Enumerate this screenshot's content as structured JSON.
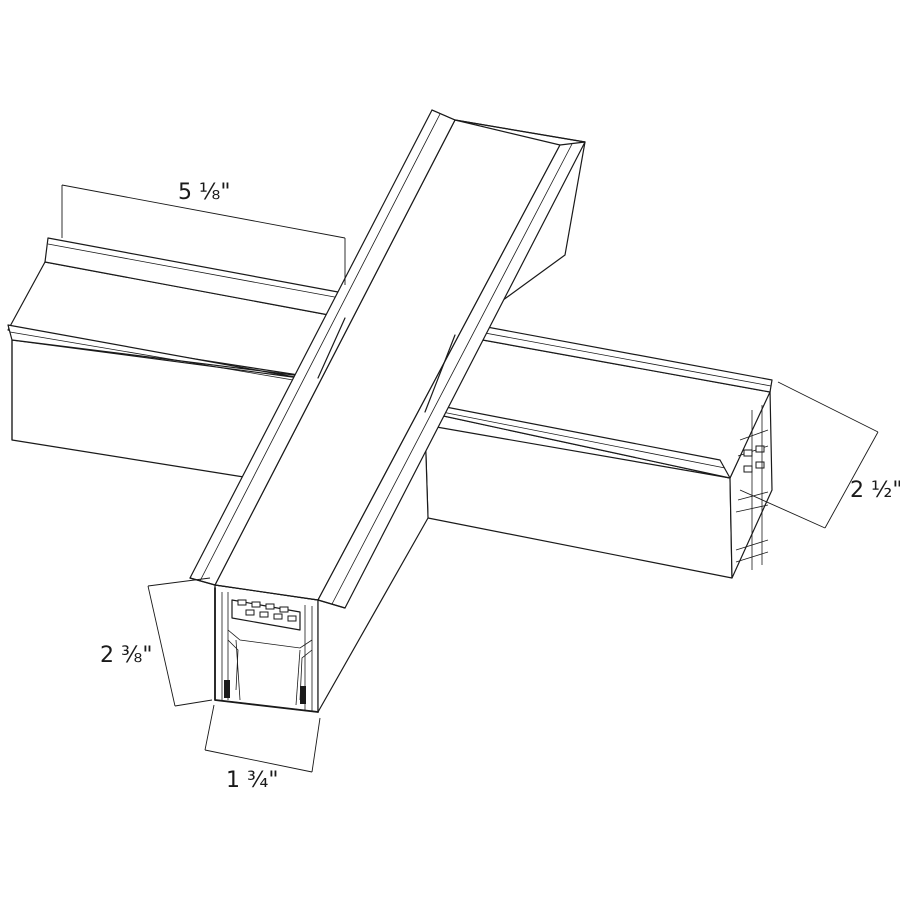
{
  "dimensions": {
    "arm_length": "5 ⅛\"",
    "profile_height_right": "2 ½\"",
    "profile_height_front": "2 ⅜\"",
    "profile_width": "1 ¾\""
  }
}
